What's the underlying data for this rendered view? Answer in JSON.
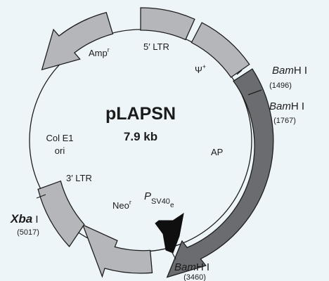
{
  "plasmid": {
    "name": "pLAPSN",
    "size": "7.9 kb"
  },
  "features": {
    "ampr": {
      "text": "Amp",
      "sup": "r"
    },
    "ltr5": "5′ LTR",
    "psi": "Ψ",
    "psi_sup": "+",
    "ap": "AP",
    "colE1_line1": "Col E1",
    "colE1_line2": "ori",
    "ltr3": "3′ LTR",
    "neor": {
      "text": "Neo",
      "sup": "r"
    },
    "psv40": {
      "p": "P",
      "sub": "SV40",
      "subsub": "e"
    }
  },
  "sites": {
    "bam1": {
      "italic": "Bam",
      "rest": "H I",
      "pos": "(1496)"
    },
    "bam2": {
      "italic": "Bam",
      "rest": "H I",
      "pos": "(1767)"
    },
    "bam3": {
      "italic": "Bam",
      "rest": "H I",
      "pos": "(3460)"
    },
    "xba": {
      "italic": "Xba",
      "rest": " I",
      "pos": "(5017)"
    }
  },
  "colors": {
    "background": "#eef5f8",
    "light_segment": "#b4b6b9",
    "dark_segment": "#6a6c6f",
    "promoter": "#0f0f0f",
    "outline": "#1e1e1e"
  }
}
